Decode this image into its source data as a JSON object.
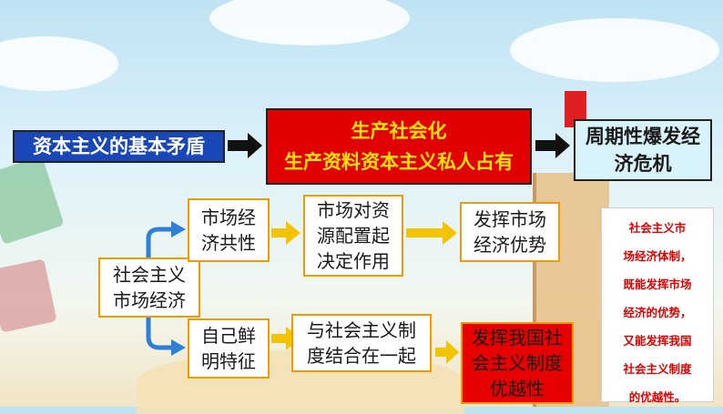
{
  "diagram": {
    "contradiction": "资本主义的基本矛盾",
    "socialization": [
      "生产社会化",
      "生产资料资本主义私人占有"
    ],
    "crisis": [
      "周期性爆发经",
      "济危机"
    ],
    "socialist_market": [
      "社会主义",
      "市场经济"
    ],
    "market_common": [
      "市场经",
      "济共性"
    ],
    "market_role": [
      "市场对资",
      "源配置起",
      "决定作用"
    ],
    "market_advantage": [
      "发挥市场",
      "经济优势"
    ],
    "own_features": [
      "自己鲜",
      "明特征"
    ],
    "combine": [
      "与社会主义制",
      "度结合在一起"
    ],
    "superiority": [
      "发挥我国社",
      "会主义制度",
      "优越性"
    ]
  },
  "note": {
    "lines": [
      "社会主义市",
      "场经济体制，",
      "既能发挥市场",
      "经济的优势，",
      "又能发挥我国",
      "社会主义制度",
      "的优越性。"
    ]
  },
  "colors": {
    "blue_box": "#1a47b8",
    "red_box": "#e00000",
    "yellow_text": "#ffe400",
    "orange_border": "#f29a00",
    "arrow_black": "#111111",
    "arrow_yellow": "#f5c400",
    "arrow_blue": "#2f7fd6"
  }
}
